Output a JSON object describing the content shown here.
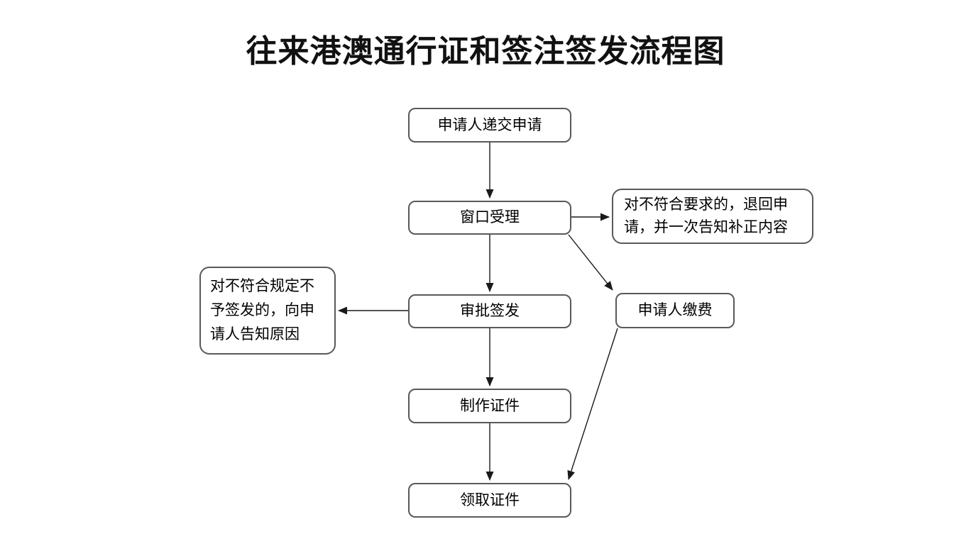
{
  "title": "往来港澳通行证和签注签发流程图",
  "flowchart": {
    "type": "flowchart",
    "nodes": {
      "submit": {
        "label": "申请人递交申请"
      },
      "window": {
        "label": "窗口受理"
      },
      "return_notice": {
        "label": "对不符合要求的，退回申请，并一次告知补正内容",
        "lines": [
          "对不符合要求的，退回申",
          "请，并一次告知补正内容"
        ]
      },
      "approve": {
        "label": "审批签发"
      },
      "deny_notice": {
        "label": "对不符合规定不予签发的，向申请人告知原因",
        "lines": [
          "对不符合规定不",
          "予签发的，向申",
          "请人告知原因"
        ]
      },
      "pay": {
        "label": "申请人缴费"
      },
      "produce": {
        "label": "制作证件"
      },
      "collect": {
        "label": "领取证件"
      }
    },
    "edges": [
      {
        "from": "submit",
        "to": "window"
      },
      {
        "from": "window",
        "to": "return_notice"
      },
      {
        "from": "window",
        "to": "approve"
      },
      {
        "from": "window",
        "to": "pay"
      },
      {
        "from": "approve",
        "to": "deny_notice"
      },
      {
        "from": "approve",
        "to": "produce"
      },
      {
        "from": "produce",
        "to": "collect"
      },
      {
        "from": "pay",
        "to": "collect"
      }
    ],
    "colors": {
      "background": "#ffffff",
      "node_border": "#595959",
      "connector": "#1a1a1a",
      "text": "#000000"
    }
  }
}
